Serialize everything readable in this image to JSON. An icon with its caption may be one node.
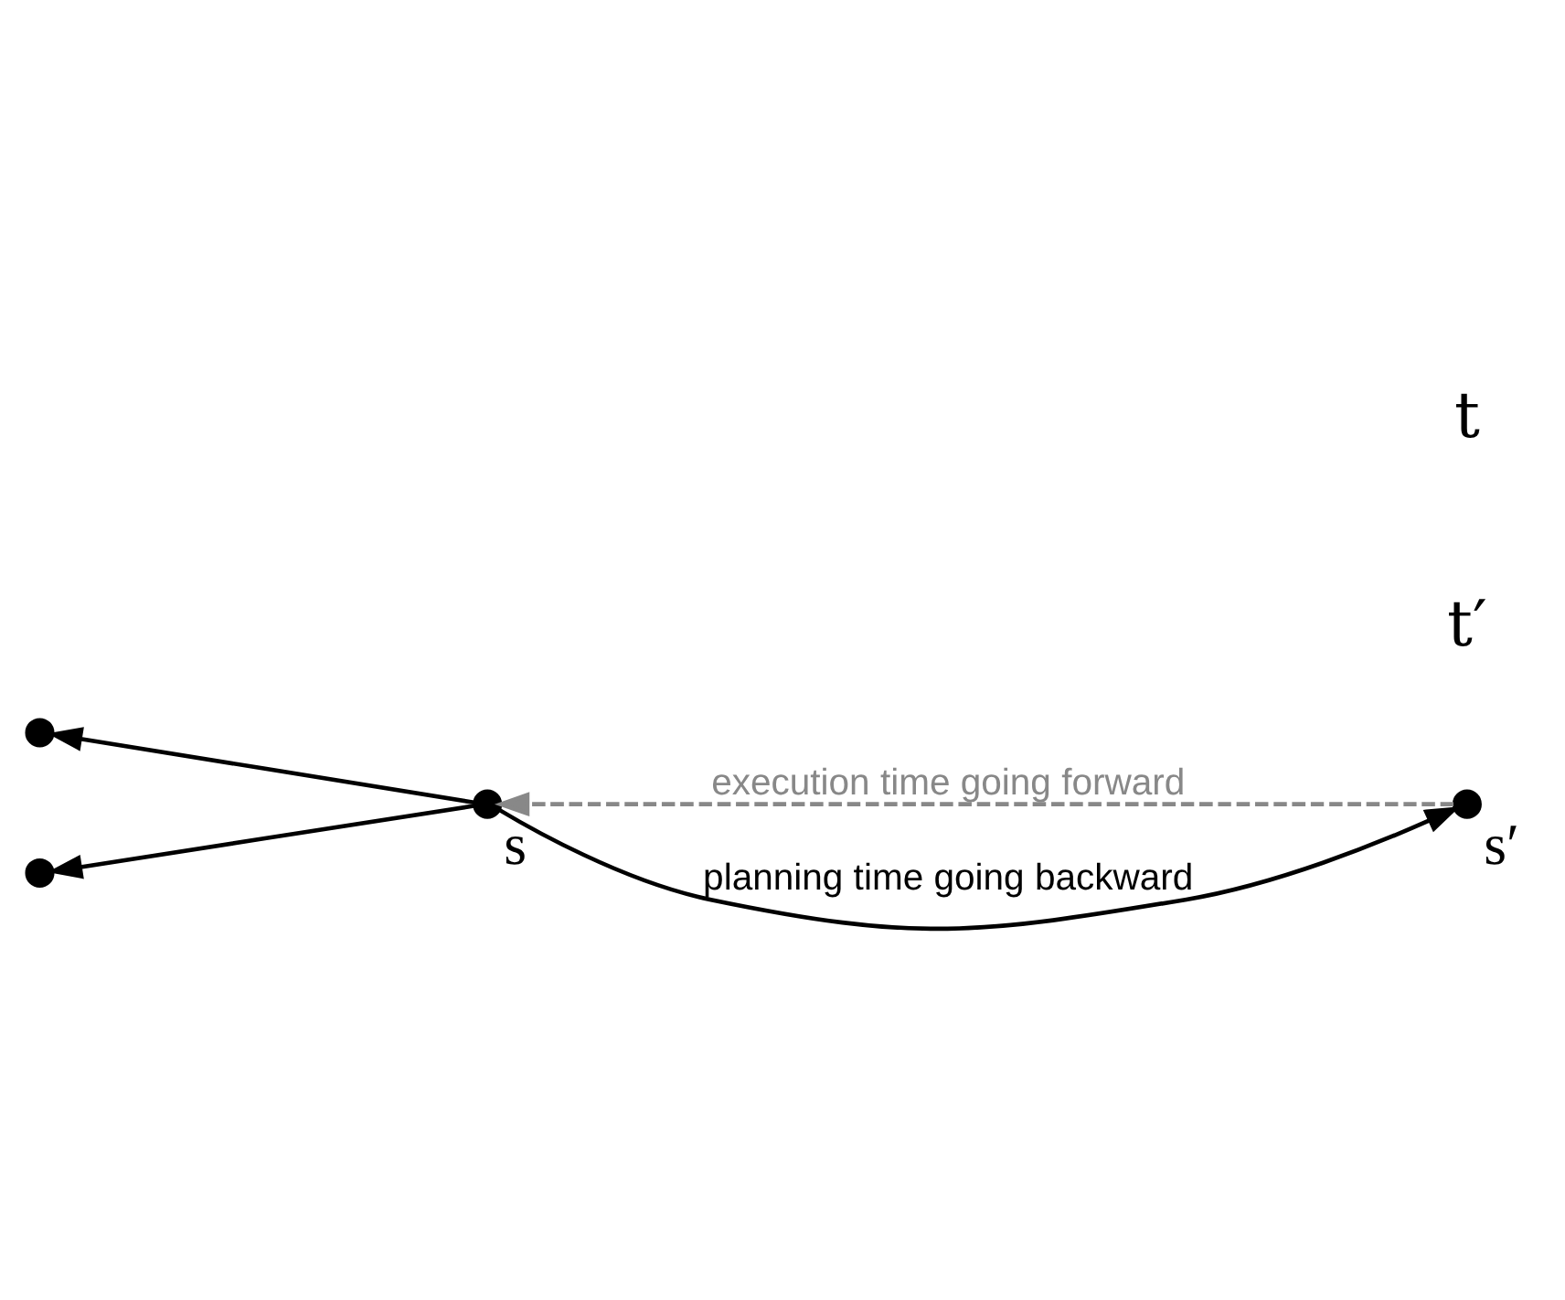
{
  "diagram": {
    "nodes": [
      {
        "text": [],
        "shape": "circle",
        "beside": [
          "s′"
        ]
      },
      {
        "text": [],
        "shape": "circle"
      },
      {
        "text": [],
        "shape": "circle"
      },
      {
        "text": [],
        "shape": "circle",
        "beside": [
          "s"
        ]
      }
    ],
    "edges": [
      {
        "from": 3,
        "to": 0,
        "arrow": "to",
        "label": "planning time going backward"
      },
      {
        "from": 3,
        "to": 1,
        "arrow": "to"
      },
      {
        "from": 3,
        "to": 2,
        "arrow": "to"
      },
      {
        "from": 0,
        "to": 3,
        "arrow": "to",
        "style": "dashed",
        "color": "#888888",
        "label": "execution time going forward"
      }
    ],
    "labels": [
      "t′",
      "t"
    ]
  }
}
